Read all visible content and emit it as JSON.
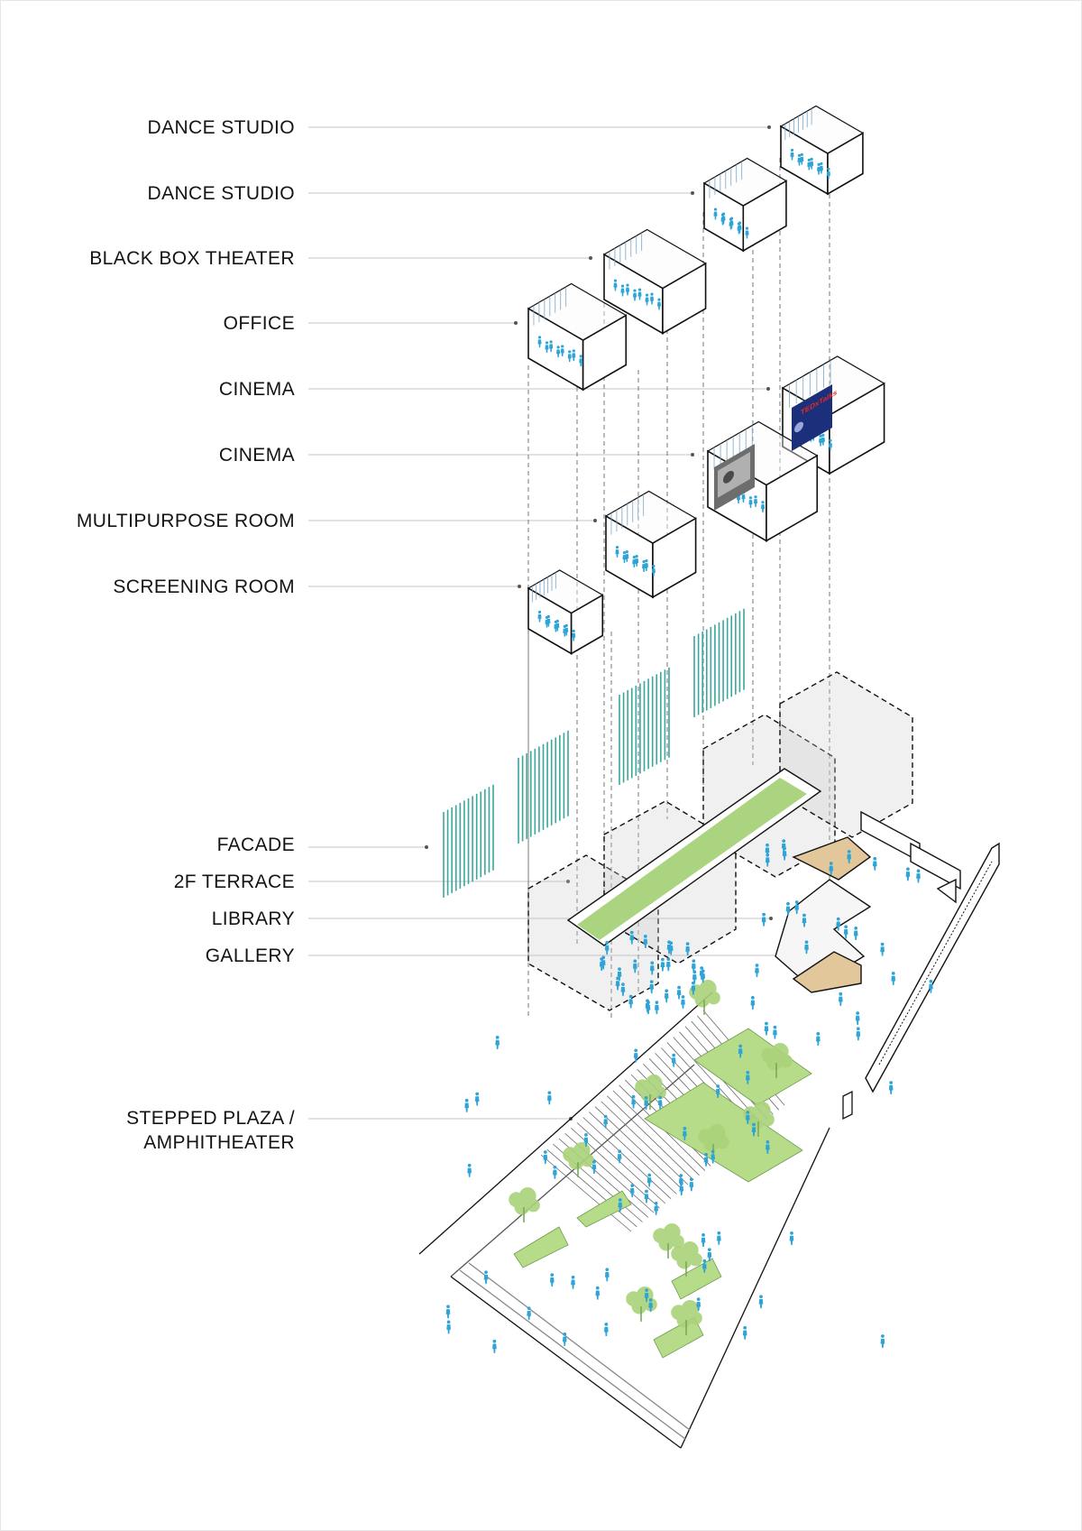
{
  "labels": {
    "dance_studio_1": "DANCE STUDIO",
    "dance_studio_2": "DANCE STUDIO",
    "black_box_theater": "BLACK BOX THEATER",
    "office": "OFFICE",
    "cinema_1": "CINEMA",
    "cinema_2": "CINEMA",
    "multipurpose_room": "MULTIPURPOSE ROOM",
    "screening_room": "SCREENING ROOM",
    "facade": "FACADE",
    "terrace_2f": "2F TERRACE",
    "library": "LIBRARY",
    "gallery": "GALLERY",
    "stepped_plaza_line1": "STEPPED PLAZA /",
    "stepped_plaza_line2": "AMPHITHEATER"
  },
  "screen_text": {
    "ted_logo": "TEDxTalks"
  },
  "colors": {
    "people": "#2fa4d6",
    "greenery": "#9ccc6a",
    "facade_fins": "#3aa79d",
    "outline": "#141414",
    "leader_line": "#bdbdbd",
    "wood": "#e2c79a",
    "screen_blue": "#1c2f7a"
  }
}
